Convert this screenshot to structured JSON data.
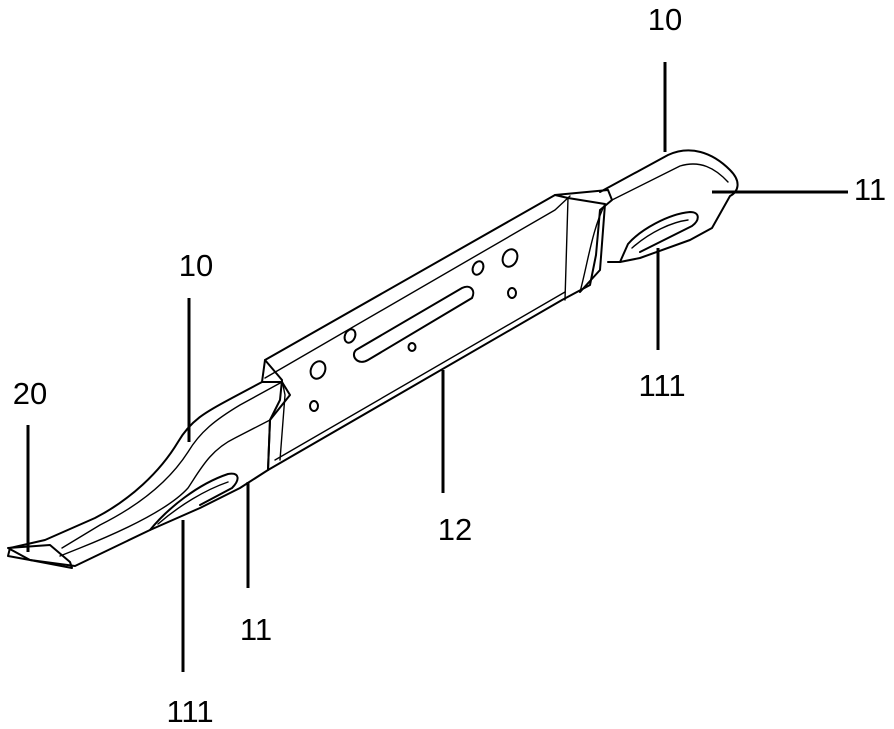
{
  "labels": {
    "ref_10_right": "10",
    "ref_11_right": "11",
    "ref_111_right": "111",
    "ref_10_left": "10",
    "ref_20": "20",
    "ref_12": "12",
    "ref_11_left": "11",
    "ref_111_left": "111"
  }
}
